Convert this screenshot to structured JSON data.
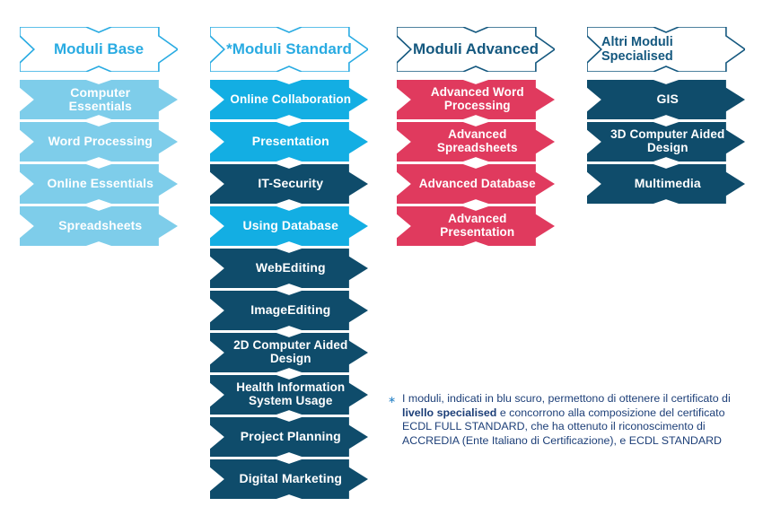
{
  "colors": {
    "light_blue": "#7ECDEA",
    "bright_blue": "#13AEE3",
    "dark_navy": "#0F4C6B",
    "crimson": "#E03A5E",
    "header_blue_text": "#29ABE2",
    "header_navy_text": "#14587F",
    "footnote_text": "#1D3F78",
    "white": "#FFFFFF"
  },
  "columns": [
    {
      "id": "moduli-base",
      "header": "Moduli Base",
      "header_style": "blue",
      "items": [
        {
          "label": "Computer Essentials",
          "style": "light-blue"
        },
        {
          "label": "Word Processing",
          "style": "light-blue"
        },
        {
          "label": "Online Essentials",
          "style": "light-blue"
        },
        {
          "label": "Spreadsheets",
          "style": "light-blue"
        }
      ]
    },
    {
      "id": "moduli-standard",
      "header": "*Moduli Standard",
      "header_style": "blue",
      "items": [
        {
          "label": "Online Collaboration",
          "style": "bright-blue"
        },
        {
          "label": "Presentation",
          "style": "bright-blue"
        },
        {
          "label": "IT-Security",
          "style": "navy"
        },
        {
          "label": "Using Database",
          "style": "bright-blue"
        },
        {
          "label": "WebEditing",
          "style": "navy"
        },
        {
          "label": "ImageEditing",
          "style": "navy"
        },
        {
          "label": "2D Computer Aided Design",
          "style": "navy"
        },
        {
          "label": "Health Information System Usage",
          "style": "navy"
        },
        {
          "label": "Project Planning",
          "style": "navy"
        },
        {
          "label": "Digital Marketing",
          "style": "navy"
        }
      ]
    },
    {
      "id": "moduli-advanced",
      "header": "Moduli Advanced",
      "header_style": "navy",
      "items": [
        {
          "label": "Advanced Word Processing",
          "style": "crimson"
        },
        {
          "label": "Advanced Spreadsheets",
          "style": "crimson"
        },
        {
          "label": "Advanced Database",
          "style": "crimson"
        },
        {
          "label": "Advanced Presentation",
          "style": "crimson"
        }
      ]
    },
    {
      "id": "altri-moduli-specialised",
      "header": "Altri Moduli Specialised",
      "header_style": "navy",
      "items": [
        {
          "label": "GIS",
          "style": "navy"
        },
        {
          "label": "3D Computer Aided Design",
          "style": "navy"
        },
        {
          "label": "Multimedia",
          "style": "navy"
        }
      ]
    }
  ],
  "footnote": {
    "marker": "∗",
    "line1_pre": "I moduli, indicati in blu scuro, permettono di ottenere il certificato di ",
    "bold": "livello specialised",
    "line1_post": " e concorrono alla composizione del certificato ECDL FULL STANDARD, che ha ottenuto il riconoscimento di ACCREDIA (Ente Italiano di Certificazione), e ECDL STANDARD"
  }
}
